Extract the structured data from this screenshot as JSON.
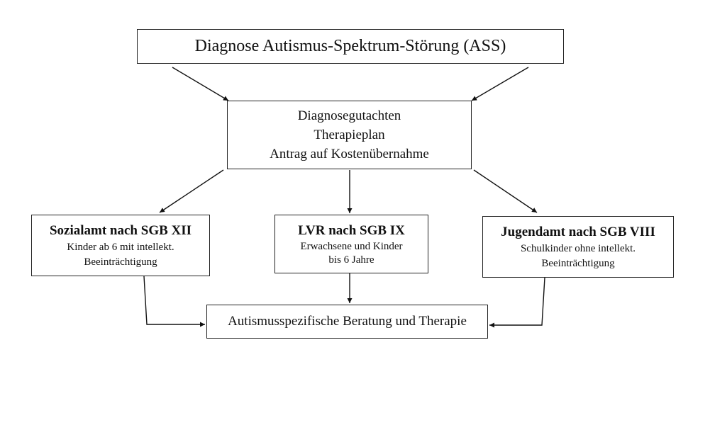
{
  "diagnosis": {
    "label": "Diagnose Autismus-Spektrum-Störung (ASS)"
  },
  "documents": {
    "lines": [
      "Diagnosegutachten",
      "Therapieplan",
      "Antrag auf Kostenübernahme"
    ]
  },
  "agencies": [
    {
      "title": "Sozialamt nach SGB XII",
      "description": [
        "Kinder ab 6 mit intellekt.",
        "Beeinträchtigung"
      ]
    },
    {
      "title": "LVR nach SGB IX",
      "description": [
        "Erwachsene und Kinder",
        "bis 6 Jahre"
      ]
    },
    {
      "title": "Jugendamt nach SGB VIII",
      "description": [
        "Schulkinder ohne intellekt.",
        "Beeinträchtigung"
      ]
    }
  ],
  "outcome": {
    "label": "Autismusspezifische Beratung und Therapie"
  },
  "colors": {
    "line": "#111111",
    "border": "#222222",
    "background": "#ffffff"
  }
}
